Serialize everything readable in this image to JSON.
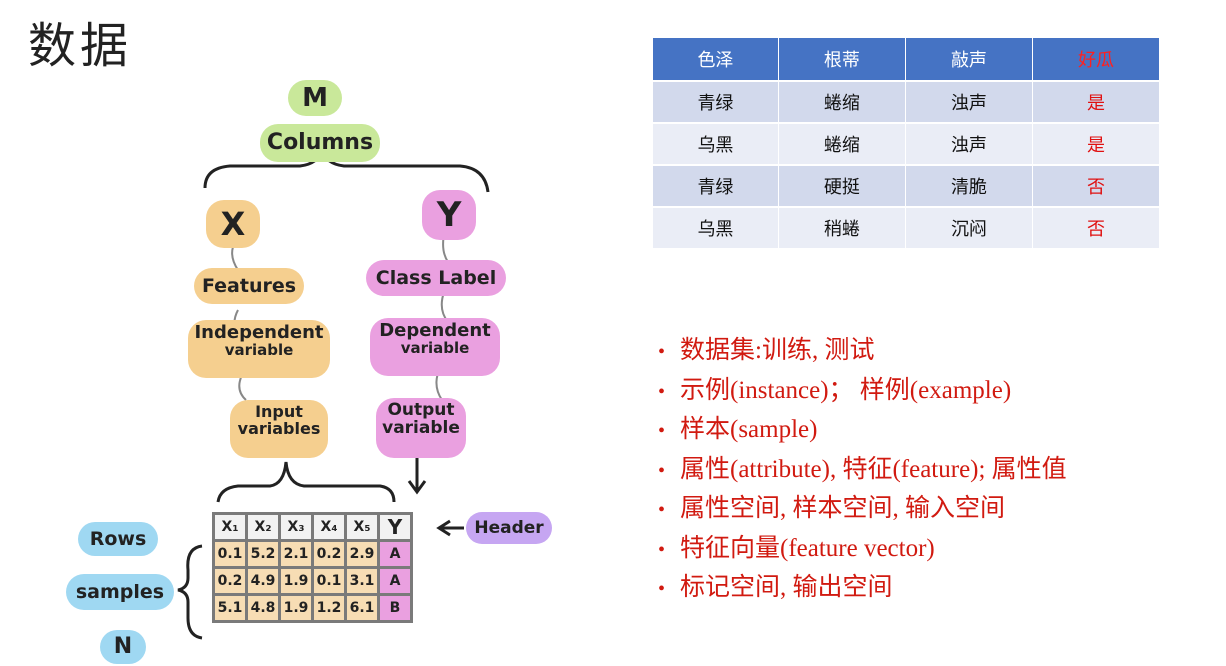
{
  "title": "数据",
  "diagram": {
    "m": "M",
    "columns": "Columns",
    "x": "X",
    "y": "Y",
    "features": "Features",
    "independent": [
      "Independent",
      "variable"
    ],
    "input": [
      "Input",
      "variables"
    ],
    "class_label": "Class Label",
    "dependent": [
      "Dependent",
      "variable"
    ],
    "output": [
      "Output",
      "variable"
    ],
    "header": "Header",
    "rows": "Rows",
    "samples": "samples",
    "n": "N",
    "grid_header": [
      "X₁",
      "X₂",
      "X₃",
      "X₄",
      "X₅",
      "Y"
    ],
    "grid_rows": [
      [
        "0.1",
        "5.2",
        "2.1",
        "0.2",
        "2.9",
        "A"
      ],
      [
        "0.2",
        "4.9",
        "1.9",
        "0.1",
        "3.1",
        "A"
      ],
      [
        "5.1",
        "4.8",
        "1.9",
        "1.2",
        "6.1",
        "B"
      ]
    ]
  },
  "table": {
    "headers": [
      "色泽",
      "根蒂",
      "敲声",
      "好瓜"
    ],
    "rows": [
      [
        "青绿",
        "蜷缩",
        "浊声",
        "是"
      ],
      [
        "乌黑",
        "蜷缩",
        "浊声",
        "是"
      ],
      [
        "青绿",
        "硬挺",
        "清脆",
        "否"
      ],
      [
        "乌黑",
        "稍蜷",
        "沉闷",
        "否"
      ]
    ]
  },
  "bullets": [
    "数据集:训练, 测试",
    "示例(instance)； 样例(example)",
    "样本(sample)",
    "属性(attribute), 特征(feature); 属性值",
    "属性空间, 样本空间, 输入空间",
    "特征向量(feature vector)",
    "标记空间, 输出空间"
  ],
  "colors": {
    "table_header": "#4573c4",
    "bullet_text": "#d11a10",
    "label_red": "#e01010"
  }
}
